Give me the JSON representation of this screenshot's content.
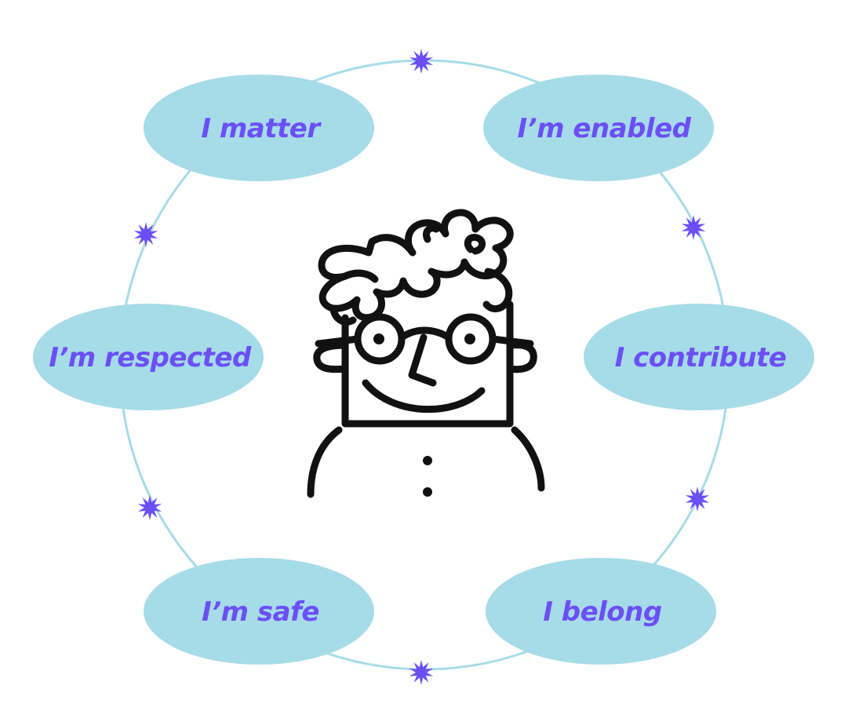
{
  "colors": {
    "ellipse_fill": "#a6dbe8",
    "ring_stroke": "#a6dbe8",
    "label_text": "#6b4ff5",
    "sparkle": "#6b4ff5",
    "person_stroke": "#111111",
    "background": "#ffffff"
  },
  "labels": {
    "top_left": "I matter",
    "top_right": "I’m enabled",
    "middle_left": "I’m respected",
    "middle_right": "I contribute",
    "bottom_left": "I’m safe",
    "bottom_right": "I belong"
  },
  "icons": {
    "center": "smiling-person-with-glasses-icon",
    "sparkle": "sparkle-star-icon"
  }
}
